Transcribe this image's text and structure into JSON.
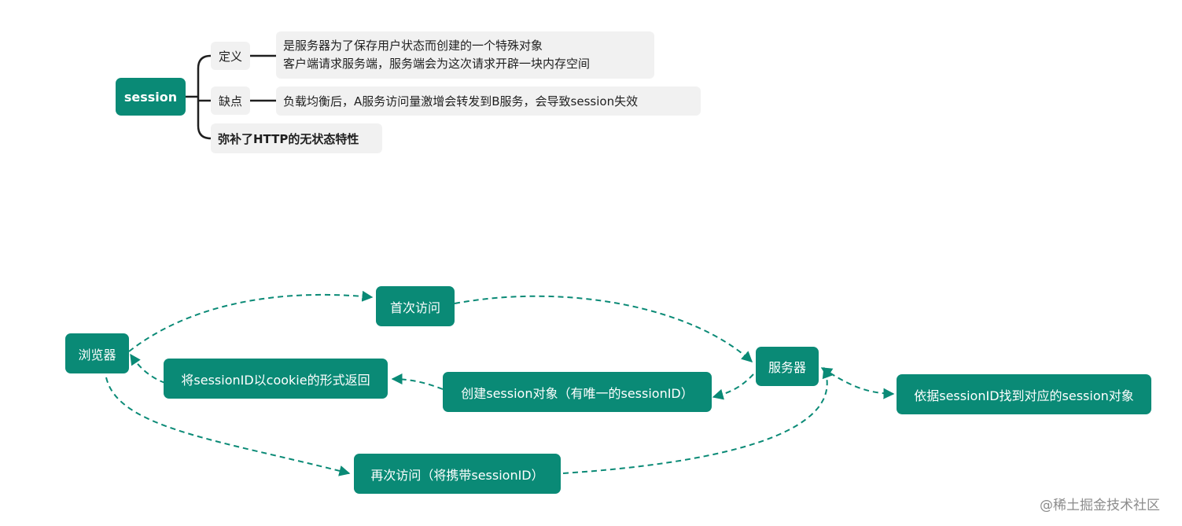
{
  "mindmap": {
    "root": "session",
    "branches": [
      {
        "label": "定义",
        "details": [
          "是服务器为了保存用户状态而创建的一个特殊对象",
          "客户端请求服务端，服务端会为这次请求开辟一块内存空间"
        ]
      },
      {
        "label": "缺点",
        "details": [
          "负载均衡后，A服务访问量激增会转发到B服务，会导致session失效"
        ]
      },
      {
        "label": "弥补了HTTP的无状态特性",
        "details": []
      }
    ]
  },
  "flow": {
    "browser": "浏览器",
    "first_visit": "首次访问",
    "server": "服务器",
    "create_session": "创建session对象（有唯一的sessionID）",
    "return_cookie": "将sessionID以cookie的形式返回",
    "revisit": "再次访问（将携带sessionID）",
    "find_session": "依据sessionID找到对应的session对象"
  },
  "watermark": "@稀土掘金技术社区",
  "colors": {
    "node": "#0a8a76",
    "connector": "#0a8a76",
    "detail_bg": "#f1f1f1",
    "tree_line": "#1f1f1f"
  }
}
